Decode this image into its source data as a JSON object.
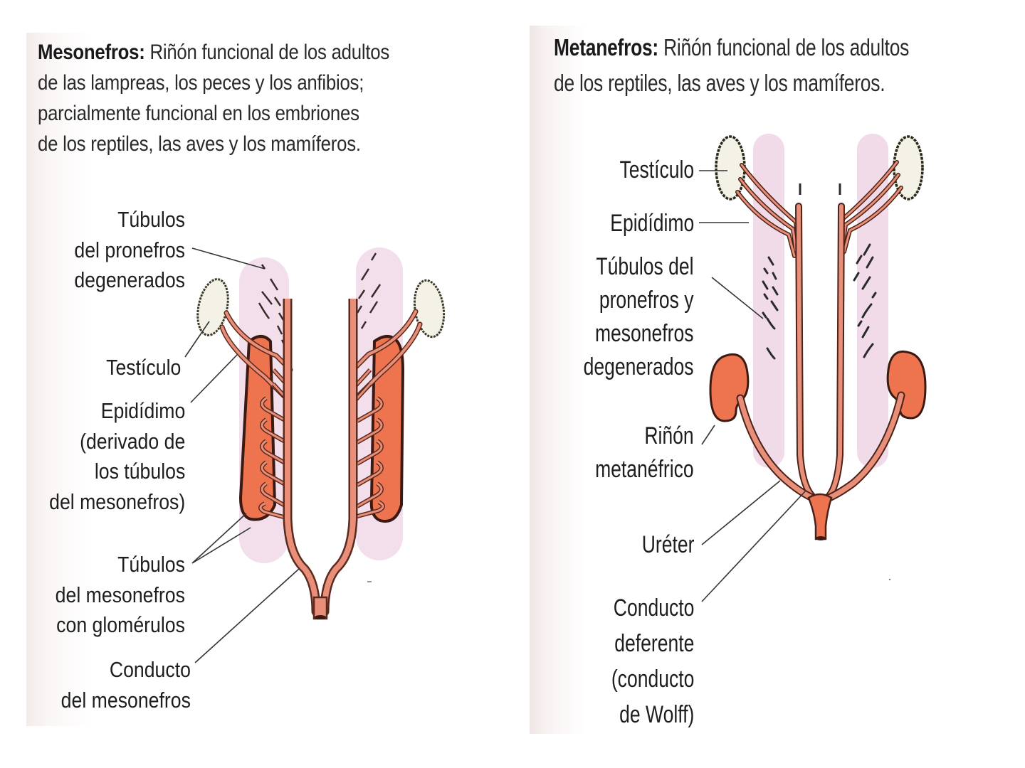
{
  "colors": {
    "kidney": "#ee7450",
    "duct": "#e98e78",
    "duct_outline": "#5a2a1e",
    "pink_band": "#f1dbe9",
    "testis_fill": "#f4f2e6",
    "testis_outline": "#3a3a2a",
    "leader_line": "#333333"
  },
  "left_panel": {
    "title": "Mesonefros:",
    "description_lines": [
      "Riñón funcional de los adultos",
      "de las lampreas, los peces y los anfibios;",
      "parcialmente funcional en los embriones",
      "de los reptiles, las aves y los mamíferos."
    ],
    "labels": {
      "pronephros_tubules": "Túbulos\ndel pronefros\ndegenerados",
      "testis": "Testículo",
      "epididymis": "Epidídimo\n(derivado de\nlos túbulos\ndel mesonefros)",
      "mesonephric_tubules": "Túbulos\ndel mesonefros\ncon glomérulos",
      "mesonephric_duct": "Conducto\ndel mesonefros"
    }
  },
  "right_panel": {
    "title": "Metanefros:",
    "description_lines": [
      "Riñón funcional de los adultos",
      "de los reptiles, las aves y los mamíferos."
    ],
    "labels": {
      "testis": "Testículo",
      "epididymis": "Epidídimo",
      "degenerated_tubules": "Túbulos del\npronefros y\nmesonefros\ndegenerados",
      "metanephric_kidney": "Riñón\nmetanéfrico",
      "ureter": "Uréter",
      "vas_deferens": "Conducto\ndeferente\n(conducto\nde Wolff)"
    }
  }
}
